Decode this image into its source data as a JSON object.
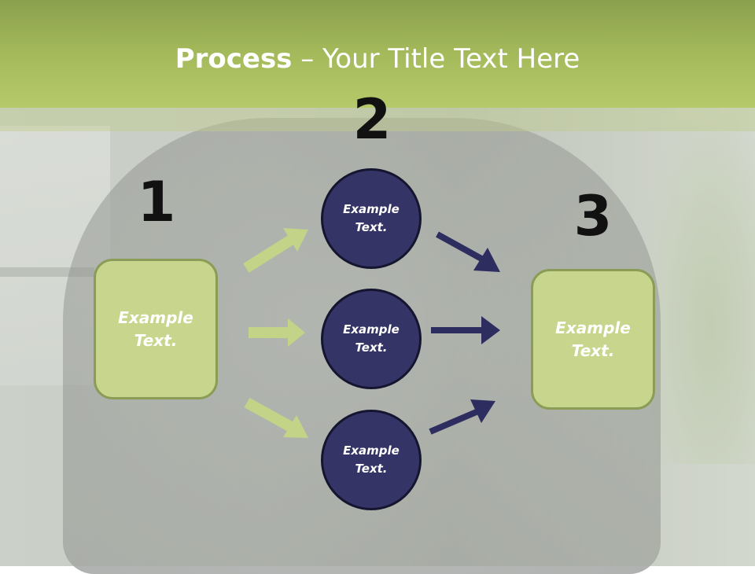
{
  "title": {
    "bold": "Process",
    "rest": " – Your Title Text Here"
  },
  "steps": [
    {
      "number": "1",
      "text": "Example\nText."
    },
    {
      "number": "2"
    },
    {
      "number": "3",
      "text": "Example\nText."
    }
  ],
  "circles": [
    {
      "text": "Example\nText."
    },
    {
      "text": "Example\nText."
    },
    {
      "text": "Example\nText."
    }
  ],
  "colors": {
    "header_green": "#a6bc5c",
    "box_fill": "#c7d68c",
    "box_border": "#8a9c55",
    "circle_fill": "#353466",
    "arrow_green": "#c3d388",
    "arrow_navy": "#2e2d60",
    "number_color": "#111111",
    "label_color": "#ffffff"
  }
}
